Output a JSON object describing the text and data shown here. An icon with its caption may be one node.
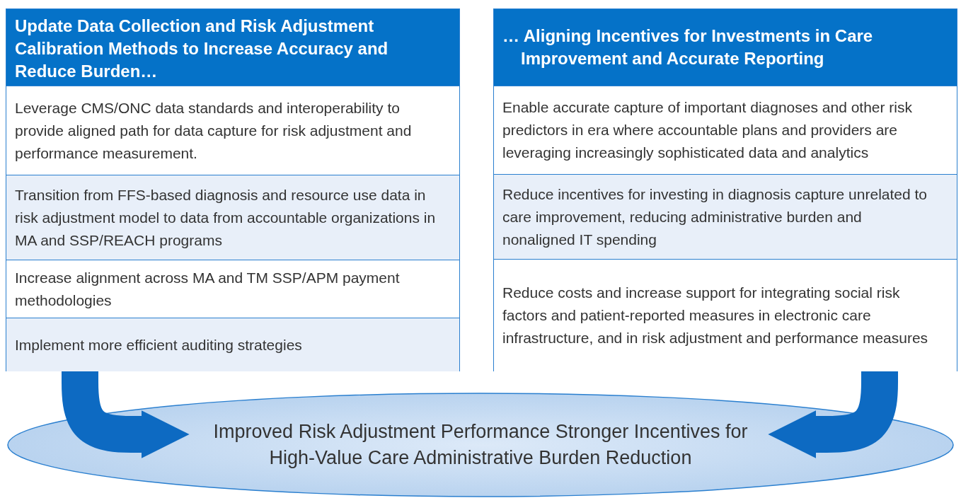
{
  "diagram": {
    "nodes": [
      {
        "text": [
          "Update Data Collection and Risk Adjustment Calibration Methods to Increase Accuracy and Reduce Burden…"
        ]
      },
      {
        "text": [
          "Leverage CMS/ONC data standards and interoperability to provide aligned path for data capture for risk adjustment and performance measurement."
        ],
        "in": 0
      },
      {
        "text": [
          "Transition from FFS-based diagnosis and resource use data in risk adjustment model to data from accountable organizations in MA and SSP/REACH programs"
        ],
        "in": 0
      },
      {
        "text": [
          "Increase alignment across MA and TM SSP/APM payment methodologies"
        ],
        "in": 0
      },
      {
        "text": [
          "Implement more efficient auditing strategies"
        ],
        "in": 0
      },
      {
        "text": [
          "… Aligning Incentives for Investments in Care Improvement and Accurate Reporting"
        ]
      },
      {
        "text": [
          "Enable accurate capture of important diagnoses and other risk predictors in era where accountable plans and providers are leveraging increasingly sophisticated data and analytics"
        ],
        "in": 5
      },
      {
        "text": [
          "Reduce incentives for investing in diagnosis capture unrelated to care improvement, reducing administrative burden and nonaligned IT spending"
        ],
        "in": 5
      },
      {
        "text": [
          "Reduce costs and increase support for integrating social risk factors and patient-reported measures in electronic care infrastructure, and in risk adjustment and performance measures"
        ],
        "in": 5
      },
      {
        "text": [
          "Improved Risk Adjustment Performance Stronger Incentives for High-Value Care Administrative Burden Reduction"
        ]
      }
    ],
    "edges": [
      {
        "from": 0,
        "to": 9,
        "arrow": "to"
      },
      {
        "from": 5,
        "to": 9,
        "arrow": "to"
      }
    ]
  }
}
